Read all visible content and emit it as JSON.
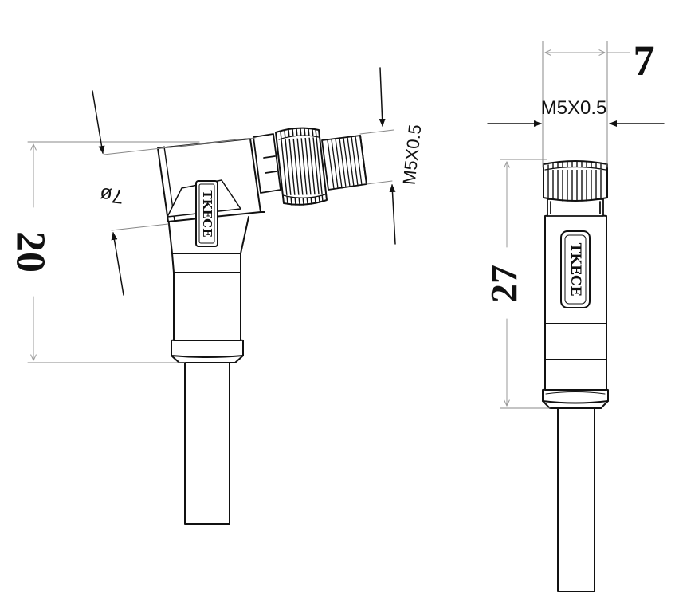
{
  "colors": {
    "line": "#111111",
    "dim_line": "#888888",
    "background": "#ffffff"
  },
  "brand_logo": "TKECE",
  "right_angle_connector": {
    "length_dim": "20",
    "diameter_dim": "7ø",
    "thread_dim": "M5X0.5"
  },
  "straight_connector": {
    "width_dim": "7",
    "thread_dim": "M5X0.5",
    "length_dim": "27"
  }
}
